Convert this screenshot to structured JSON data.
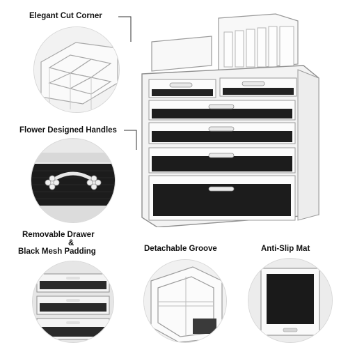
{
  "callouts": {
    "corner": "Elegant Cut Corner",
    "handles": "Flower Designed Handles",
    "drawer_line1": "Removable Drawer",
    "drawer_amp": "&",
    "drawer_line2": "Black Mesh Padding",
    "groove": "Detachable Groove",
    "mat": "Anti-Slip Mat"
  },
  "colors": {
    "acrylic_edge": "#9a9a9a",
    "mat_black": "#1a1a1a",
    "accent_line": "#222222"
  }
}
